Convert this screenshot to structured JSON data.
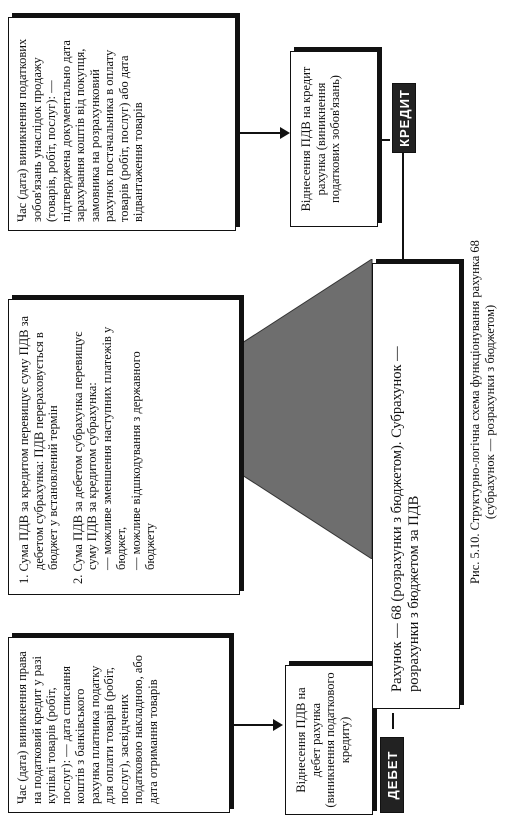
{
  "center_box": {
    "text": "Рахунок — 68 (розрахунки з бюджетом). Субрахунок — розрахунки з бюджетом за ПДВ"
  },
  "tags": {
    "debit": "ДЕБЕТ",
    "credit": "КРЕДИТ"
  },
  "debit_side": {
    "entry": "Віднесення ПДВ на дебет рахунка (виникнення податкового кредиту)",
    "detail": "Час (дата) виникнення права на податковий кредит у разі купівлі товарів (робіт, послуг): — дата списання коштів з банківського рахунка платника податку для оплати товарів (робіт, послуг), засвідчених податковою накладною, або дата отримання товарів"
  },
  "credit_side": {
    "entry": "Віднесення ПДВ на кредит рахунка (виникнення податкових зобов'язань)",
    "detail": "Час (дата) виникнення податкових зобов'язань унаслідок продажу (товарів, робіт, послуг): — підтверджена документально дата зарахування коштів від покупця, замовника на розрахунковий рахунок постачальника в оплату товарів (робіт, послуг) або дата відвантаження товарів"
  },
  "outcome_box": {
    "item1": "1. Сума ПДВ за кредитом перевищує суму ПДВ за дебетом субрахунка: ПДВ перераховується в бюджет у встановлений термін",
    "item2": "2. Сума ПДВ за дебетом субрахунка перевищує суму ПДВ за кредитом субрахунка:",
    "item2_a": "— можливе зменшення наступних платежів у бюджет,",
    "item2_b": "— можливе відшкодування з державного бюджету"
  },
  "caption": {
    "line1": "Рис. 5.10. Структурно-логічна схема функціонування рахунка 68",
    "line2": "(субрахунок — розрахунки з бюджетом)"
  }
}
